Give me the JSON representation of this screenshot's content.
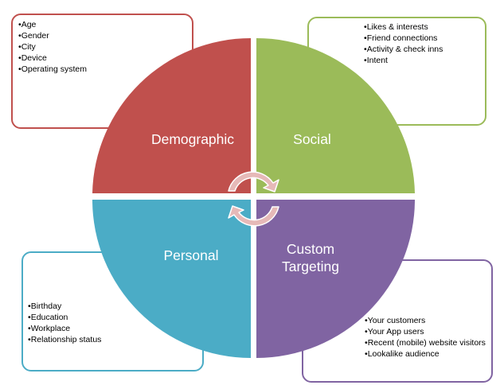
{
  "quadrants": [
    {
      "label": "Demographic",
      "color": "#c0504d",
      "items": [
        "Age",
        "Gender",
        "City",
        "Device",
        "Operating system"
      ]
    },
    {
      "label": "Social",
      "color": "#9bbb59",
      "items": [
        "Likes & interests",
        "Friend connections",
        "Activity  & check inns",
        "Intent"
      ]
    },
    {
      "label": "Personal",
      "color": "#4bacc6",
      "items": [
        "Birthday",
        "Education",
        "Workplace",
        "Relationship status"
      ]
    },
    {
      "label_lines": [
        "Custom",
        "Targeting"
      ],
      "color": "#8064a2",
      "items": [
        "Your customers",
        "Your App users",
        "Recent (mobile) website  visitors",
        "Lookalike audience"
      ]
    }
  ],
  "arrow_color": "#e6b9b8"
}
